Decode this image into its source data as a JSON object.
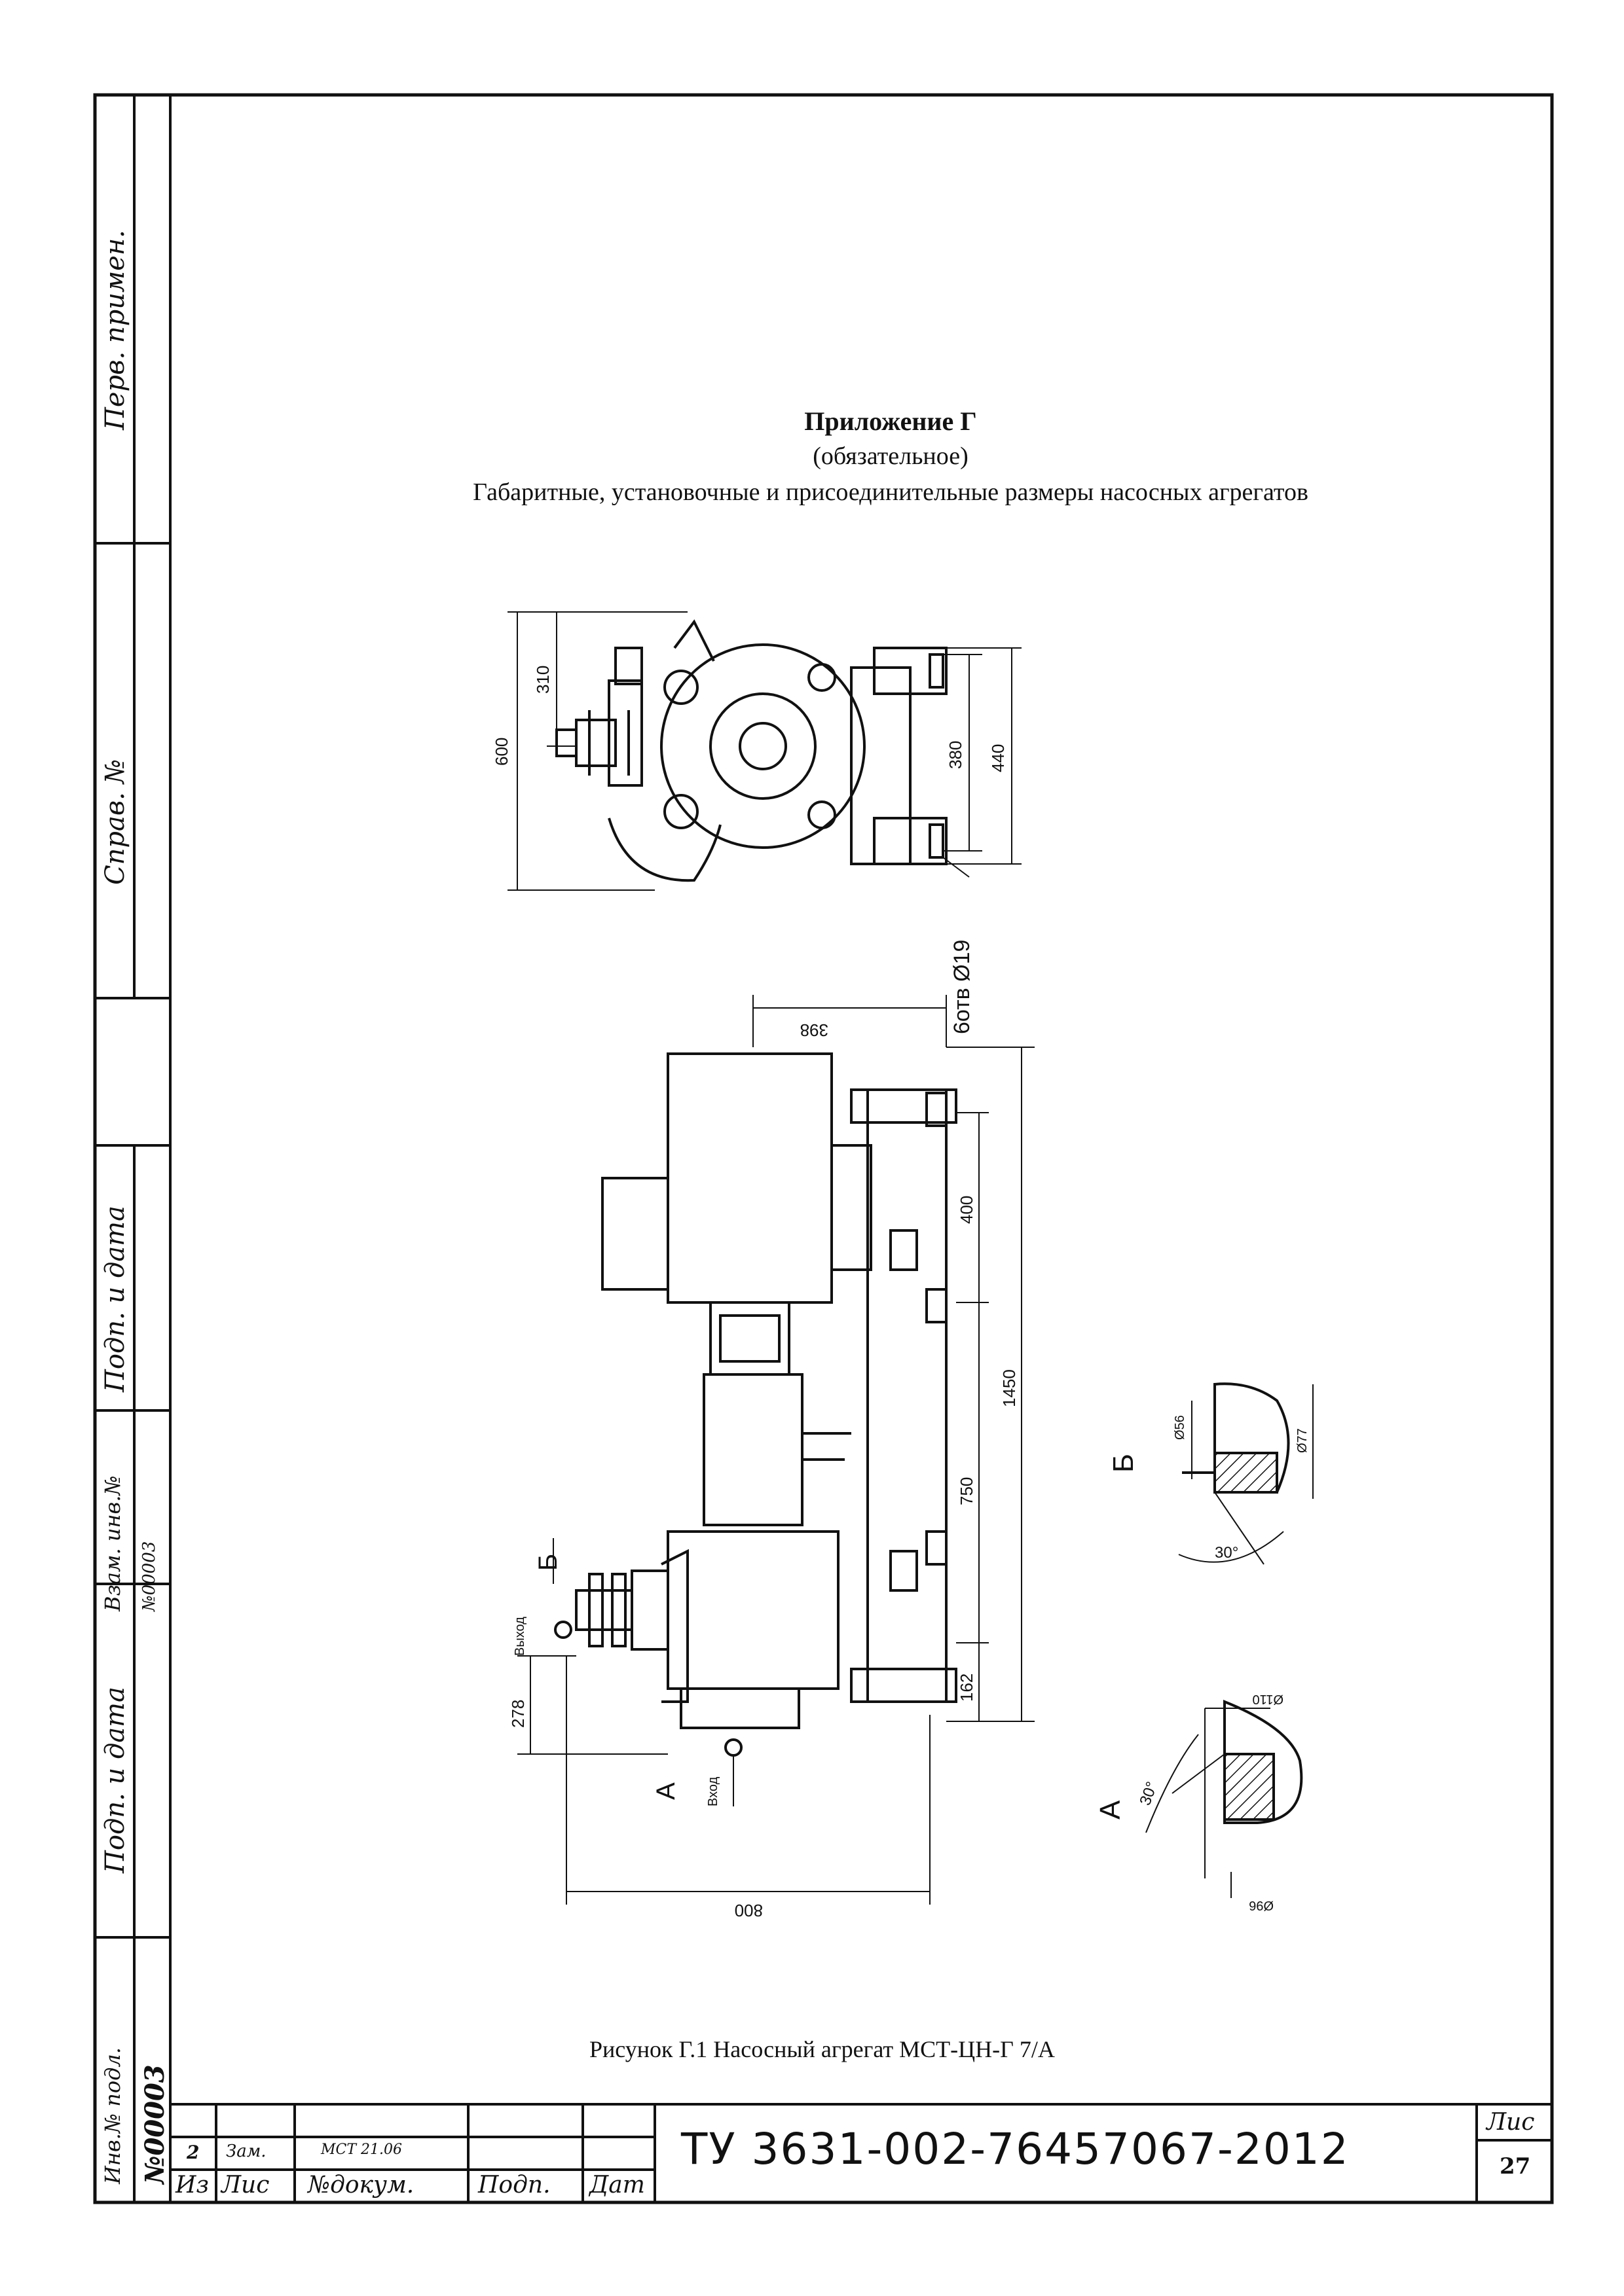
{
  "side_stamp": {
    "perv_primen": "Перв. примен.",
    "sprav_no": "Справ. №",
    "podp_data_top": "Подп. и дата",
    "vzam_inv": "Взам. инв.№",
    "vzam_inv_val": "№00003",
    "podp_data_bottom": "Подп. и дата",
    "inv_podl": "Инв.№ подл.",
    "inv_podl_val": "№00003"
  },
  "header": {
    "title": "Приложение Г",
    "subtitle": "(обязательное)",
    "caption": "Габаритные, установочные и присоединительные размеры насосных агрегатов"
  },
  "drawing": {
    "top_view": {
      "dim_600": "600",
      "dim_310": "310",
      "dim_380": "380",
      "dim_440": "440",
      "bolt_note": "6отв Ø19"
    },
    "side_view": {
      "dim_398": "398",
      "dim_400": "400",
      "dim_1450": "1450",
      "dim_750": "750",
      "dim_162": "162",
      "dim_278": "278",
      "dim_800": "800",
      "label_b": "Б",
      "label_a": "А",
      "vhod": "Вход",
      "vyhod": "Выход"
    },
    "detail_b": {
      "label": "Б",
      "d56": "Ø56",
      "d77": "Ø77",
      "angle": "30°"
    },
    "detail_a": {
      "label": "А",
      "d110": "Ø110",
      "d96": "Ø96",
      "angle": "30°"
    }
  },
  "figure_caption": "Рисунок Г.1 Насосный агрегат МСТ-ЦН-Г 7/А",
  "title_block": {
    "rev_num": "2",
    "rev_type": "Зам.",
    "rev_doc": "МСТ 21.06",
    "col_iz": "Из",
    "col_lis": "Лис",
    "col_doc": "№докум.",
    "col_podp": "Подп.",
    "col_dat": "Дат",
    "designation": "ТУ 3631-002-76457067-2012",
    "sheet_label": "Лис",
    "sheet_num": "27"
  }
}
